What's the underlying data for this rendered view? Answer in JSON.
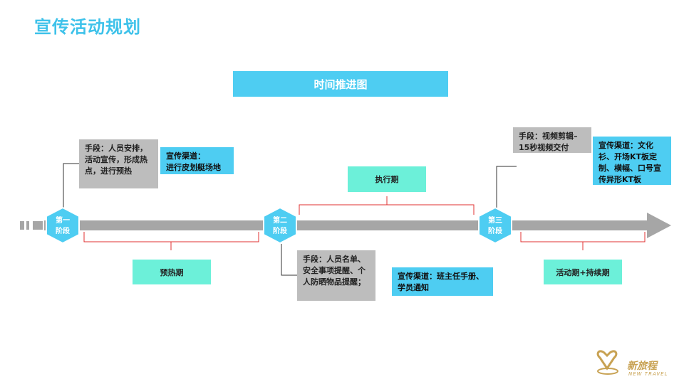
{
  "title": "宣传活动规划",
  "banner": "时间推进图",
  "stages": [
    {
      "line1": "第一",
      "line2": "阶段"
    },
    {
      "line1": "第二",
      "line2": "阶段"
    },
    {
      "line1": "第三",
      "line2": "阶段"
    }
  ],
  "phases": {
    "warmup": "预热期",
    "execution": "执行期",
    "activity": "活动期+持续期"
  },
  "boxes": {
    "stage1_means": "手段：人员安排，活动宣传，形成热点，进行预热",
    "stage1_channel": "宣传渠道：\n进行皮划艇场地",
    "stage2_means": "手段：人员名单、安全事项提醒、个人防晒物品提醒；",
    "stage2_channel": "宣传渠道：班主任手册、学员通知",
    "stage3_means": "手段：视频剪辑–15秒视频交付",
    "stage3_channel": "宣传渠道：文化衫、开场KT板定制、横幅、口号宣传异形KT板"
  },
  "logo": {
    "name": "新旅程",
    "sub": "NEW TRAVEL"
  },
  "colors": {
    "title": "#3ec2ea",
    "banner": "#4ecdf2",
    "gray_box": "#bdbdbd",
    "mint_box": "#6cf0d9",
    "axis": "#a6a6a6",
    "brace": "#e03030",
    "hexagon": "#4ecdf2"
  }
}
